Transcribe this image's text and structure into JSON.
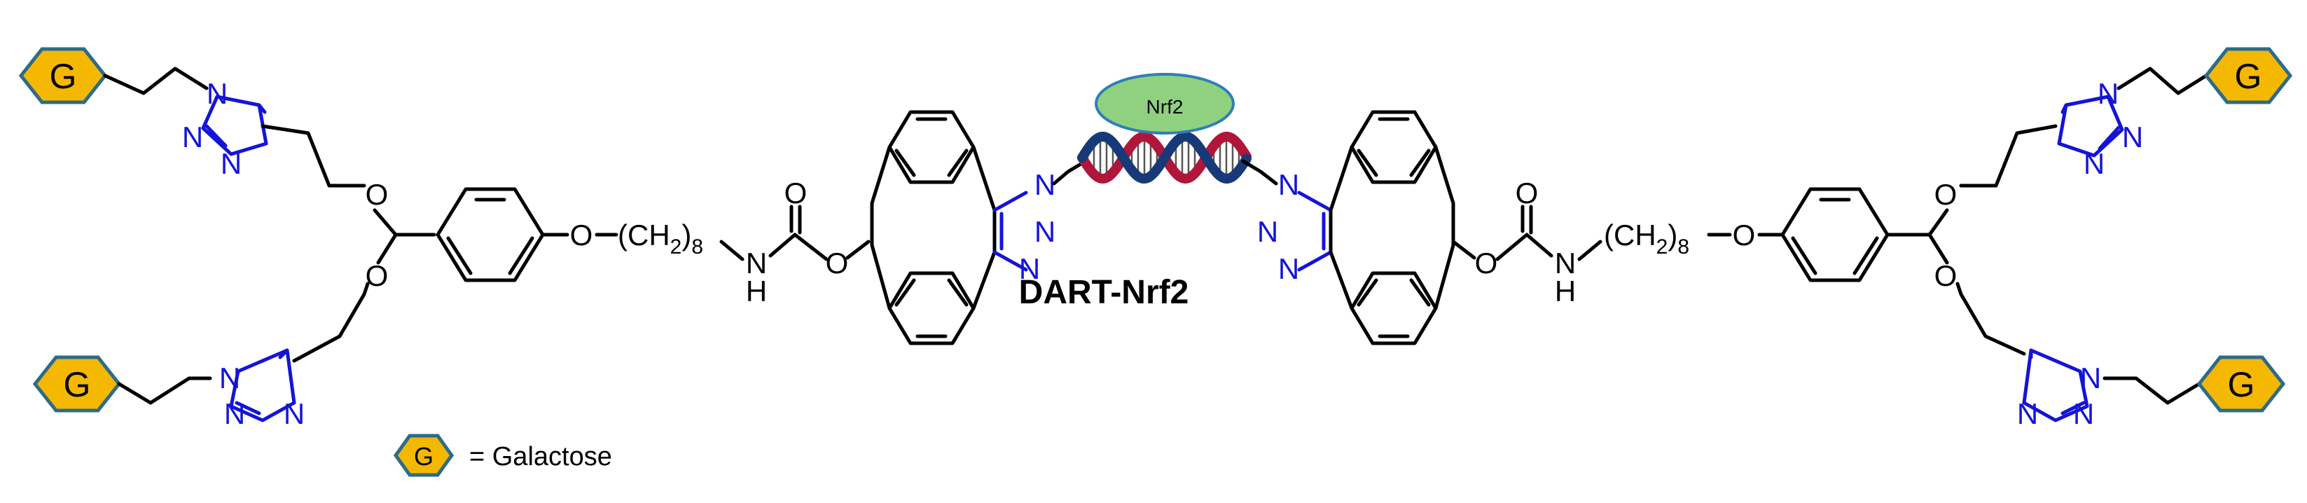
{
  "title": "DART-Nrf2",
  "protein_label": "Nrf2",
  "galactose_symbol": "G",
  "legend_text": "= Galactose",
  "atoms": {
    "N": "N",
    "O": "O",
    "H": "H",
    "ch2_open": "(CH",
    "ch2_sub": "2",
    "ch2_close": ")",
    "chain_sub": "8"
  },
  "colors": {
    "galactose_fill": "#f5b800",
    "galactose_stroke": "#2d6b8a",
    "triazole": "#1414d8",
    "protein_fill": "#8fd17f",
    "protein_stroke": "#2f7fb5",
    "dna_strand_red": "#b0163a",
    "dna_strand_navy": "#163a78"
  }
}
